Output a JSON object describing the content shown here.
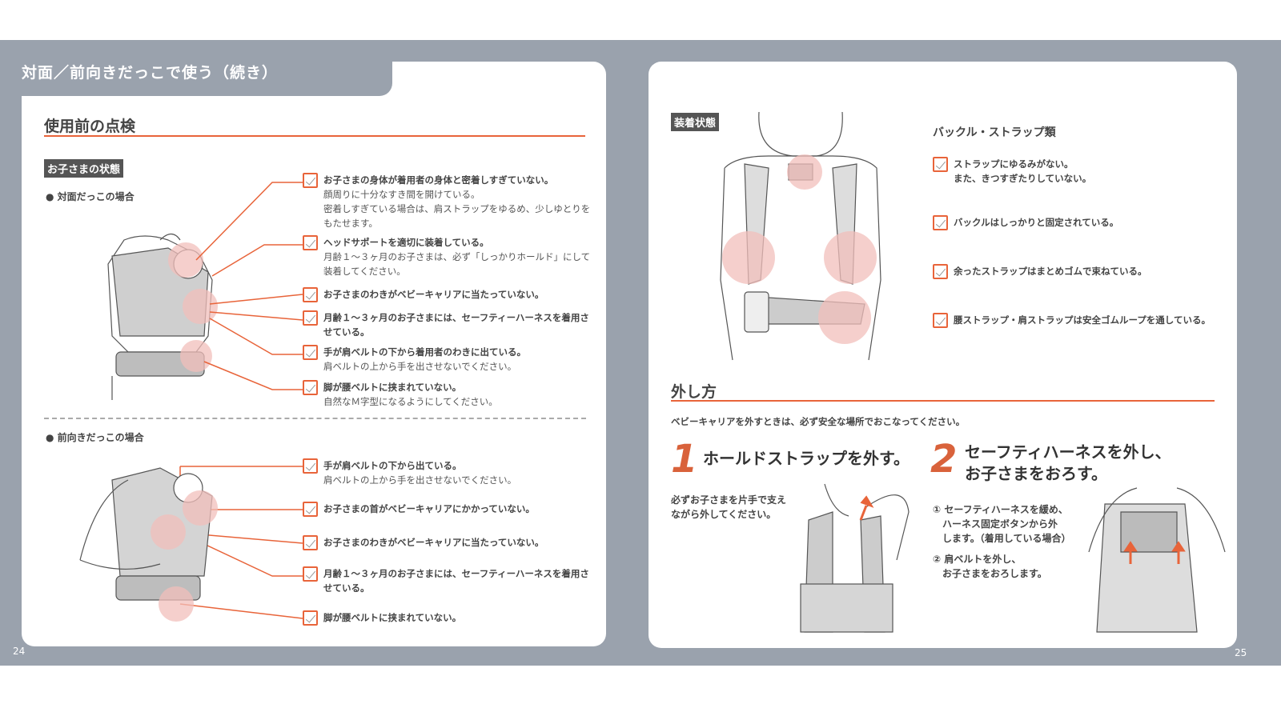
{
  "left_page": {
    "title": "対面／前向きだっこで使う（続き）",
    "section_heading": "使用前の点検",
    "badge": "お子さまの状態",
    "face_to_face": {
      "label": "● 対面だっこの場合",
      "items": [
        {
          "main": "お子さまの身体が着用者の身体と密着しすぎていない。",
          "sub": "顔周りに十分なすき間を開けている。\n密着しすぎている場合は、肩ストラップをゆるめ、少しゆとりをもたせます。"
        },
        {
          "main": "ヘッドサポートを適切に装着している。",
          "sub": "月齢１～３ヶ月のお子さまは、必ず「しっかりホールド」にして装着してください。"
        },
        {
          "main": "お子さまのわきがベビーキャリアに当たっていない。",
          "sub": ""
        },
        {
          "main": "月齢１～３ヶ月のお子さまには、セーフティーハーネスを着用させている。",
          "sub": ""
        },
        {
          "main": "手が肩ベルトの下から着用者のわきに出ている。",
          "sub": "肩ベルトの上から手を出させないでください。"
        },
        {
          "main": "脚が腰ベルトに挟まれていない。",
          "sub": "自然なＭ字型になるようにしてください。"
        }
      ]
    },
    "facing_out": {
      "label": "● 前向きだっこの場合",
      "items": [
        {
          "main": "手が肩ベルトの下から出ている。",
          "sub": "肩ベルトの上から手を出させないでください。"
        },
        {
          "main": "お子さまの首がベビーキャリアにかかっていない。",
          "sub": ""
        },
        {
          "main": "お子さまのわきがベビーキャリアに当たっていない。",
          "sub": ""
        },
        {
          "main": "月齢１～３ヶ月のお子さまには、セーフティーハーネスを着用させている。",
          "sub": ""
        },
        {
          "main": "脚が腰ベルトに挟まれていない。",
          "sub": ""
        }
      ]
    },
    "page_number": "24"
  },
  "right_page": {
    "badge": "装着状態",
    "buckle_heading": "バックル・ストラップ類",
    "buckle_items": [
      "ストラップにゆるみがない。\nまた、きつすぎたりしていない。",
      "バックルはしっかりと固定されている。",
      "余ったストラップはまとめゴムで束ねている。",
      "腰ストラップ・肩ストラップは安全ゴムループを通している。"
    ],
    "removal_heading": "外し方",
    "removal_intro": "ベビーキャリアを外すときは、必ず安全な場所でおこなってください。",
    "step1": {
      "number": "1",
      "title": "ホールドストラップを外す。",
      "note": "必ずお子さまを片手で支え\nながら外してください。"
    },
    "step2": {
      "number": "2",
      "title": "セーフティハーネスを外し、\nお子さまをおろす。",
      "sub1": "① セーフティハーネスを緩め、\n　ハーネス固定ボタンから外\n　します。（着用している場合）",
      "sub2": "② 肩ベルトを外し、\n　お子さまをおろします。"
    },
    "page_number": "25"
  },
  "colors": {
    "accent": "#e8643a",
    "background": "#9aa2ad",
    "highlight": "#f2bfbb"
  }
}
